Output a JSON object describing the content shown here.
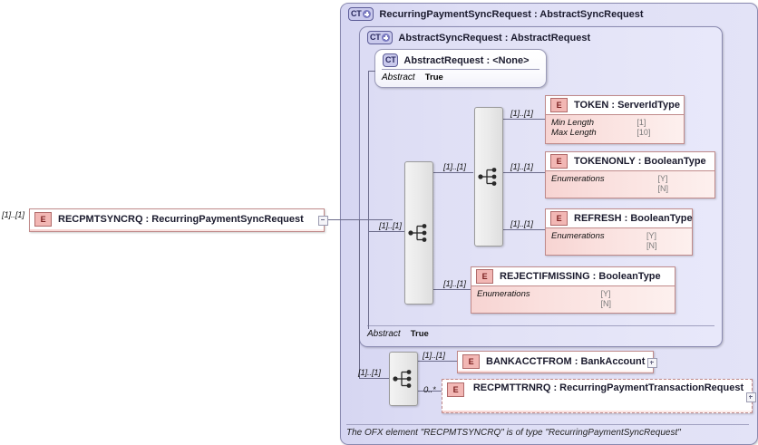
{
  "diagram": {
    "footer_note": "The OFX element \"RECPMTSYNCRQ\" is of type \"RecurringPaymentSyncRequest\"",
    "colors": {
      "complextype_fill": "#dedef5",
      "complextype_border": "#8a8ab0",
      "element_fill": "#fae0de",
      "element_border": "#c08a8a",
      "badge_element": "#f2b7b4",
      "badge_complextype": "#c9c9ec",
      "connector_line": "#6b6b8a"
    }
  },
  "root_element": {
    "badge": "E",
    "label": "RECPMTSYNCRQ : RecurringPaymentSyncRequest",
    "cardinality": "[1]..[1]",
    "toggle": "minus"
  },
  "complex_types": {
    "outer": {
      "badge": "CT",
      "badge_toggle": "plus",
      "label": "RecurringPaymentSyncRequest : AbstractSyncRequest"
    },
    "sync": {
      "badge": "CT",
      "badge_toggle": "plus",
      "label": "AbstractSyncRequest : AbstractRequest",
      "abstract_key": "Abstract",
      "abstract_value": "True"
    },
    "request": {
      "badge": "CT",
      "badge_toggle": "none",
      "label": "AbstractRequest : <None>",
      "abstract_key": "Abstract",
      "abstract_value": "True"
    }
  },
  "compositors": [
    {
      "name": "sequence-outer",
      "type": "sequence"
    },
    {
      "name": "sequence-sync-choice",
      "type": "sequence"
    },
    {
      "name": "sequence-token-group",
      "type": "sequence"
    },
    {
      "name": "sequence-bottom",
      "type": "sequence"
    }
  ],
  "elements": [
    {
      "id": "token",
      "badge": "E",
      "label": "TOKEN   : ServerIdType",
      "cardinality": "[1]..[1]",
      "facets": [
        {
          "key": "Min Length",
          "values": [
            "[1]"
          ]
        },
        {
          "key": "Max Length",
          "values": [
            "[10]"
          ]
        }
      ]
    },
    {
      "id": "tokenonly",
      "badge": "E",
      "label": "TOKENONLY : BooleanType",
      "cardinality": "[1]..[1]",
      "facets": [
        {
          "key": "Enumerations",
          "values": [
            "[Y]",
            "[N]"
          ]
        }
      ]
    },
    {
      "id": "refresh",
      "badge": "E",
      "label": "REFRESH : BooleanType",
      "cardinality": "[1]..[1]",
      "facets": [
        {
          "key": "Enumerations",
          "values": [
            "[Y]",
            "[N]"
          ]
        }
      ]
    },
    {
      "id": "rejectifmissing",
      "badge": "E",
      "label": "REJECTIFMISSING : BooleanType",
      "cardinality": "[1]..[1]",
      "facets": [
        {
          "key": "Enumerations",
          "values": [
            "[Y]",
            "[N]"
          ]
        }
      ]
    },
    {
      "id": "bankacctfrom",
      "badge": "E",
      "label": "BANKACCTFROM : BankAccount",
      "cardinality": "[1]..[1]",
      "toggle": "plus"
    },
    {
      "id": "recpmttrnrq",
      "badge": "E",
      "label": "RECPMTTRNRQ : RecurringPaymentTransactionRequest",
      "cardinality": "0..*",
      "toggle": "plus",
      "style": "dashed"
    }
  ]
}
